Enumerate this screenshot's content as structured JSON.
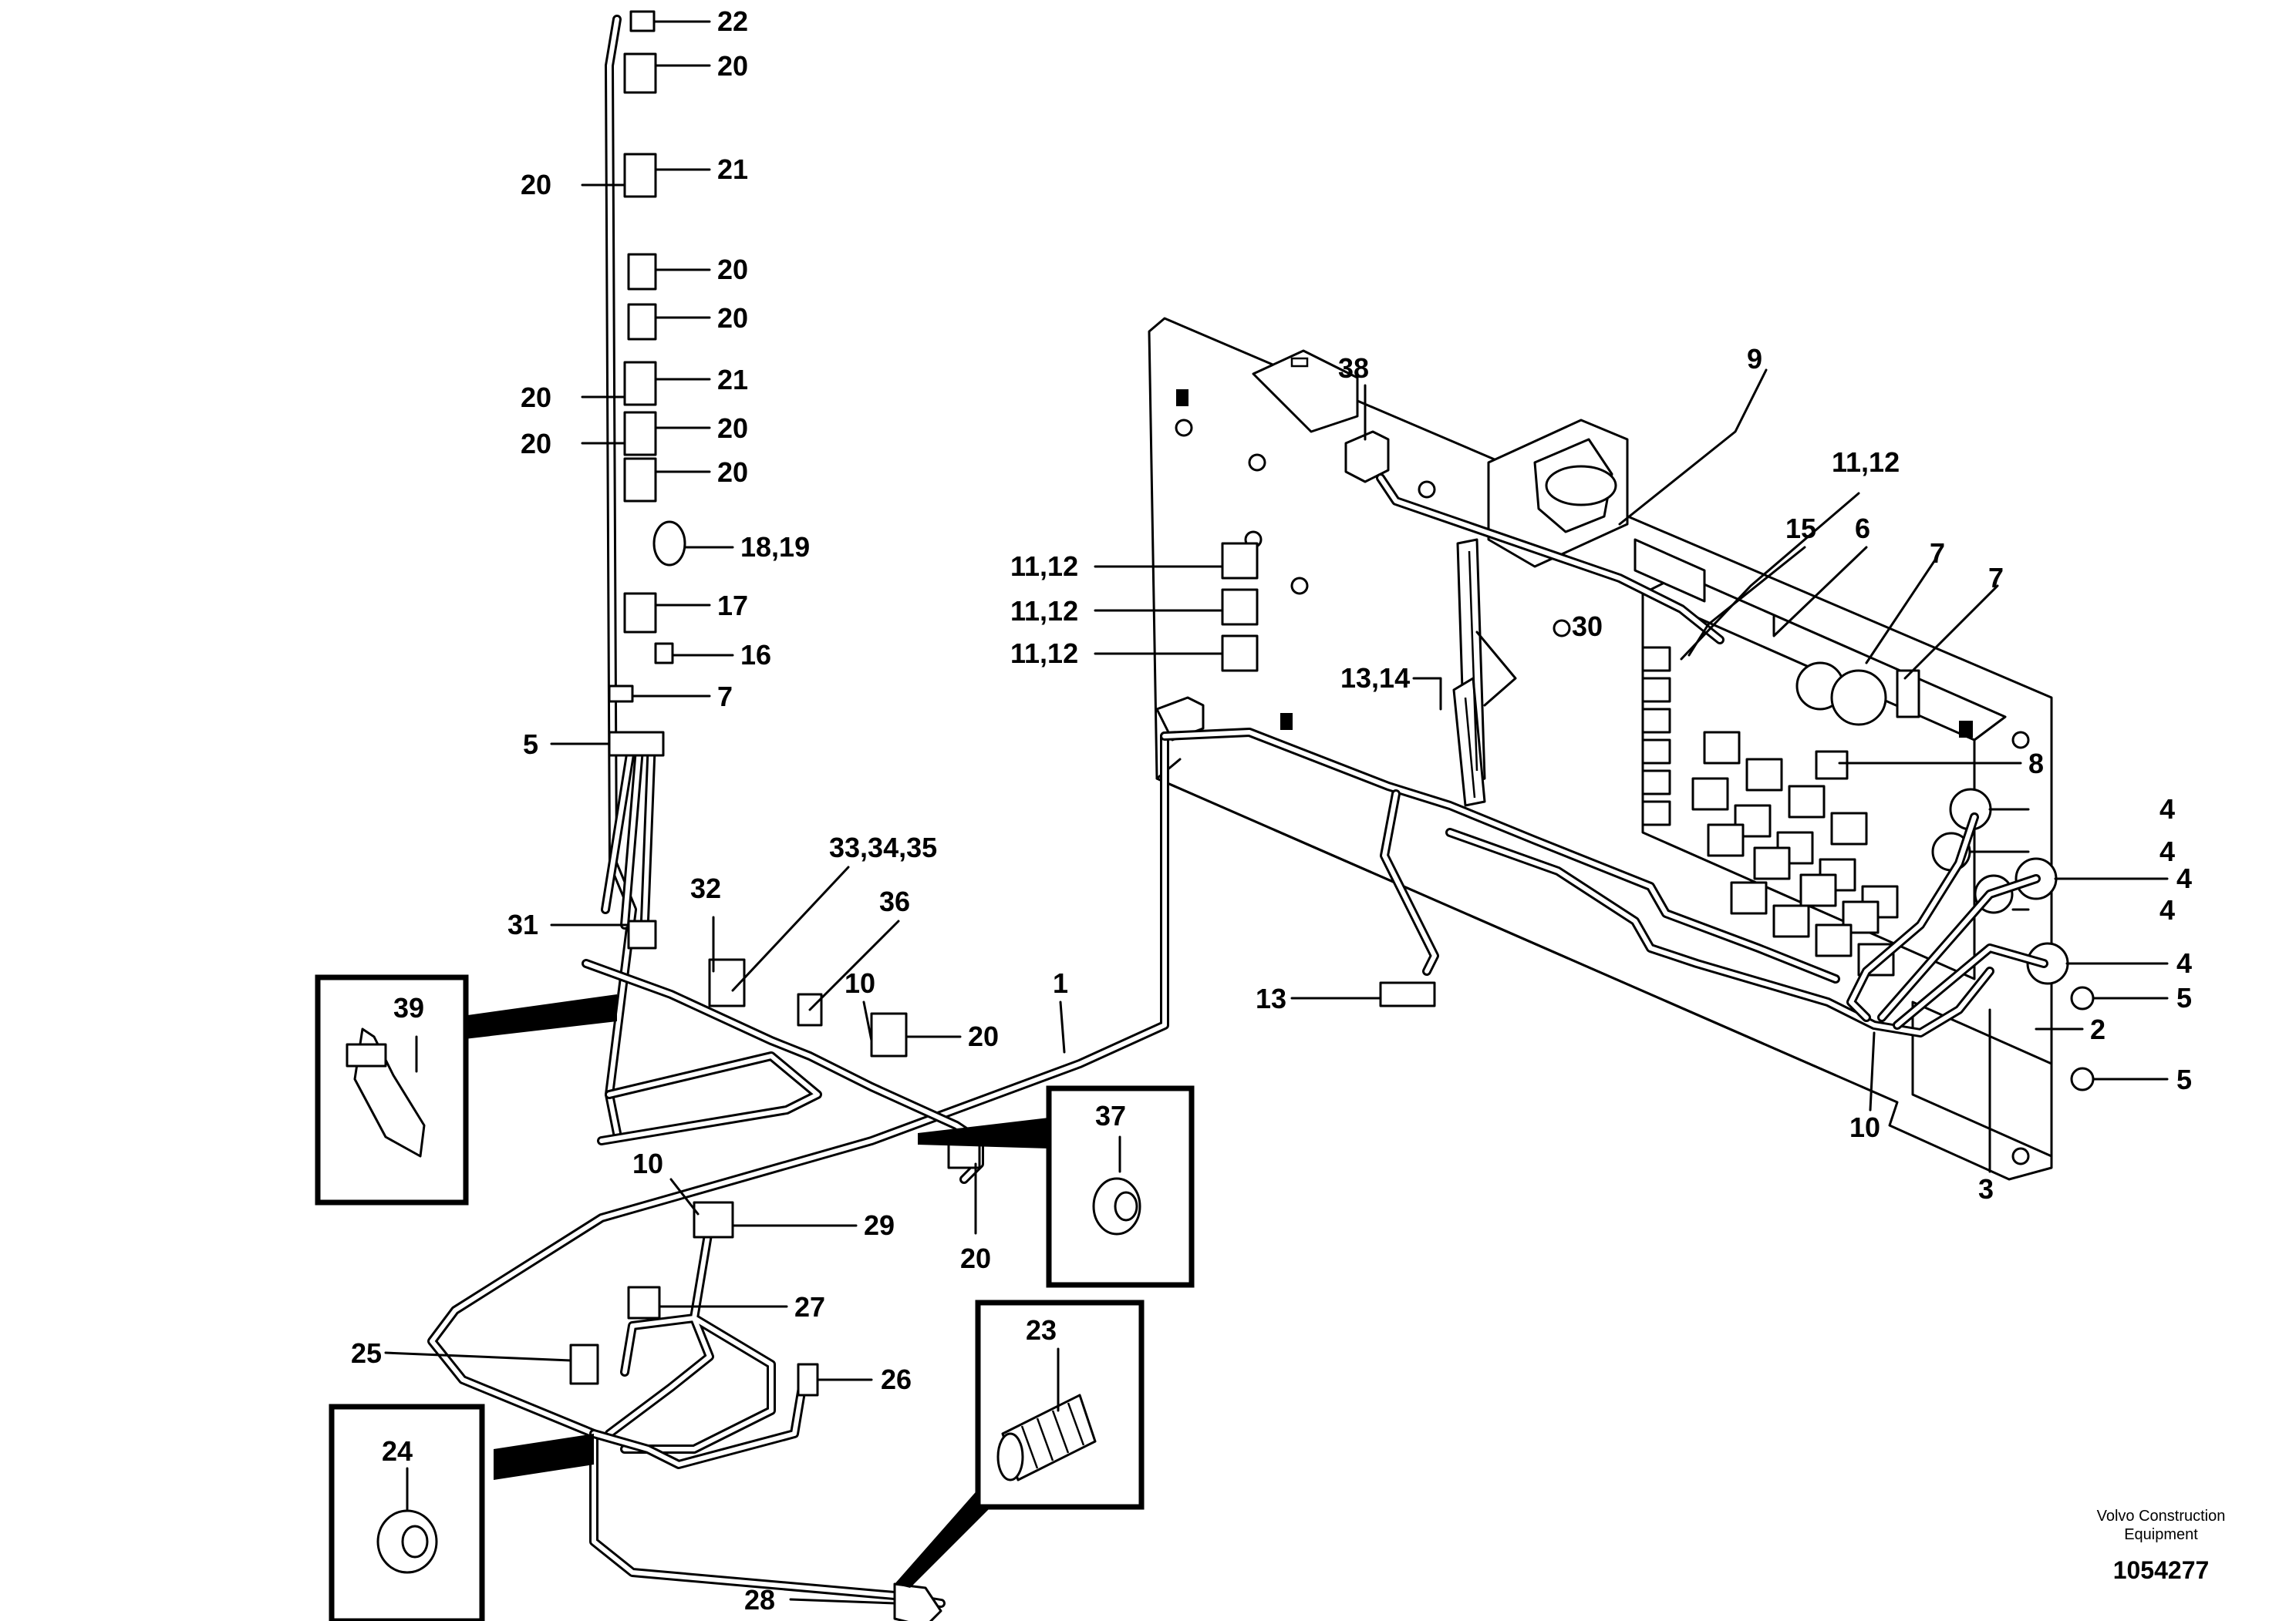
{
  "drawing": {
    "brand_line1": "Volvo Construction",
    "brand_line2": "Equipment",
    "drawing_number": "1054277"
  },
  "callouts": [
    {
      "id": "c22",
      "text": "22"
    },
    {
      "id": "c20a",
      "text": "20"
    },
    {
      "id": "c21a",
      "text": "21"
    },
    {
      "id": "c20b",
      "text": "20"
    },
    {
      "id": "c20c",
      "text": "20"
    },
    {
      "id": "c20d",
      "text": "20"
    },
    {
      "id": "c21b",
      "text": "21"
    },
    {
      "id": "c20e",
      "text": "20"
    },
    {
      "id": "c20f",
      "text": "20"
    },
    {
      "id": "c20g",
      "text": "20"
    },
    {
      "id": "c20h",
      "text": "20"
    },
    {
      "id": "c1819",
      "text": "18,19"
    },
    {
      "id": "c17",
      "text": "17"
    },
    {
      "id": "c16",
      "text": "16"
    },
    {
      "id": "c7a",
      "text": "7"
    },
    {
      "id": "c5a",
      "text": "5"
    },
    {
      "id": "c31",
      "text": "31"
    },
    {
      "id": "c32",
      "text": "32"
    },
    {
      "id": "c333435",
      "text": "33,34,35"
    },
    {
      "id": "c36",
      "text": "36"
    },
    {
      "id": "c10a",
      "text": "10"
    },
    {
      "id": "c1",
      "text": "1"
    },
    {
      "id": "c20i",
      "text": "20"
    },
    {
      "id": "c39",
      "text": "39"
    },
    {
      "id": "c37",
      "text": "37"
    },
    {
      "id": "c10b",
      "text": "10"
    },
    {
      "id": "c29",
      "text": "29"
    },
    {
      "id": "c20j",
      "text": "20"
    },
    {
      "id": "c27",
      "text": "27"
    },
    {
      "id": "c25",
      "text": "25"
    },
    {
      "id": "c26",
      "text": "26"
    },
    {
      "id": "c23",
      "text": "23"
    },
    {
      "id": "c24",
      "text": "24"
    },
    {
      "id": "c28",
      "text": "28"
    },
    {
      "id": "c38",
      "text": "38"
    },
    {
      "id": "c9",
      "text": "9"
    },
    {
      "id": "c1112a",
      "text": "11,12"
    },
    {
      "id": "c15",
      "text": "15"
    },
    {
      "id": "c6",
      "text": "6"
    },
    {
      "id": "c7b",
      "text": "7"
    },
    {
      "id": "c7c",
      "text": "7"
    },
    {
      "id": "c1112b",
      "text": "11,12"
    },
    {
      "id": "c1112c",
      "text": "11,12"
    },
    {
      "id": "c1112d",
      "text": "11,12"
    },
    {
      "id": "c1314",
      "text": "13,14"
    },
    {
      "id": "c30",
      "text": "30"
    },
    {
      "id": "c8",
      "text": "8"
    },
    {
      "id": "c4a",
      "text": "4"
    },
    {
      "id": "c4b",
      "text": "4"
    },
    {
      "id": "c4c",
      "text": "4"
    },
    {
      "id": "c4d",
      "text": "4"
    },
    {
      "id": "c4e",
      "text": "4"
    },
    {
      "id": "c5b",
      "text": "5"
    },
    {
      "id": "c2",
      "text": "2"
    },
    {
      "id": "c5c",
      "text": "5"
    },
    {
      "id": "c13",
      "text": "13"
    },
    {
      "id": "c10c",
      "text": "10"
    },
    {
      "id": "c3",
      "text": "3"
    }
  ]
}
